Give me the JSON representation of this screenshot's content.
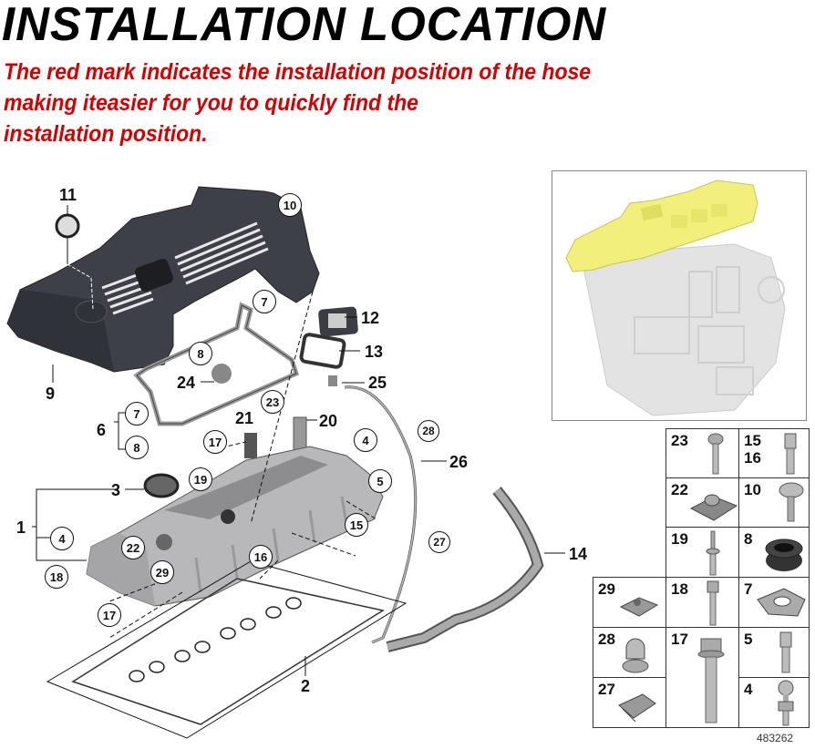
{
  "header": {
    "title": "INSTALLATION LOCATION",
    "subtitle_lines": [
      "The red mark indicates the installation position of the hose",
      "making iteasier for you to quickly find the",
      "installation position."
    ],
    "title_color": "#000000",
    "subtitle_color": "#d50000"
  },
  "diagram": {
    "plain_labels": [
      "11",
      "9",
      "12",
      "13",
      "24",
      "25",
      "21",
      "20",
      "6",
      "3",
      "1",
      "26",
      "14",
      "2"
    ],
    "circled_labels": [
      "10",
      "7",
      "8",
      "23",
      "7",
      "8",
      "17",
      "4",
      "19",
      "5",
      "4",
      "15",
      "22",
      "16",
      "18",
      "29",
      "17",
      "28",
      "27"
    ],
    "components": [
      "engine-cover",
      "cylinder-head-cover",
      "gasket-set",
      "vent-hose",
      "breather-pipe",
      "gasket-bracket"
    ]
  },
  "inset": {
    "description": "engine with highlighted cover",
    "highlight_color": "#f2ef7a"
  },
  "parts_table": {
    "cells": [
      {
        "num": "23",
        "part": "screw"
      },
      {
        "num": "15\n16",
        "part": "stud-bolt"
      },
      {
        "num": "22",
        "part": "clip-nut"
      },
      {
        "num": "10",
        "part": "washer-screw"
      },
      {
        "num": "19",
        "part": "stud"
      },
      {
        "num": "8",
        "part": "grommet"
      },
      {
        "num": "29",
        "part": "clip-nut"
      },
      {
        "num": "18",
        "part": "hex-stud"
      },
      {
        "num": "7",
        "part": "spring-clip"
      },
      {
        "num": "28",
        "part": "hose-clip"
      },
      {
        "num": "17",
        "part": "hex-bolt"
      },
      {
        "num": "5",
        "part": "stud-bolt"
      },
      {
        "num": "27",
        "part": "cable-clip"
      },
      {
        "num": "4",
        "part": "ball-stud"
      }
    ],
    "reference_number": "483262"
  }
}
